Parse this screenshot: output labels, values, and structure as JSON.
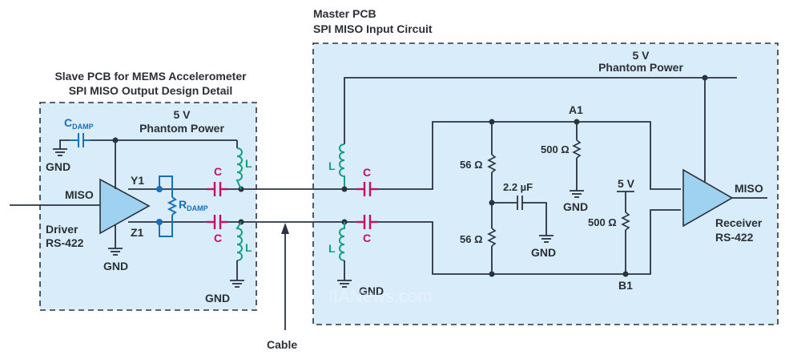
{
  "slave_pcb": {
    "title_line1": "Slave PCB for MEMS Accelerometer",
    "title_line2": "SPI MISO Output Design Detail",
    "cdamp_main": "C",
    "cdamp_sub": "DAMP",
    "power_line1": "5 V",
    "power_line2": "Phantom Power",
    "gnd_top": "GND",
    "miso": "MISO",
    "driver_line1": "Driver",
    "driver_line2": "RS-422",
    "gnd_driver": "GND",
    "y1": "Y1",
    "z1": "Z1",
    "rdamp_main": "R",
    "rdamp_sub": "DAMP",
    "cap_top": "C",
    "cap_bottom": "C",
    "ind_top": "L",
    "ind_bottom": "L",
    "gnd_bottom": "GND"
  },
  "cable": {
    "label": "Cable"
  },
  "master_pcb": {
    "title_line1": "Master PCB",
    "title_line2": "SPI MISO Input Circuit",
    "power_line1": "5 V",
    "power_line2": "Phantom Power",
    "ind_top": "L",
    "ind_bottom": "L",
    "cap_top": "C",
    "cap_bottom": "C",
    "gnd_ind": "GND",
    "r56_top": "56 Ω",
    "r56_bottom": "56 Ω",
    "cap_mid": "2.2 µF",
    "gnd_cap": "GND",
    "a1": "A1",
    "b1": "B1",
    "r500_top": "500 Ω",
    "gnd_r500": "GND",
    "v5_pullup": "5 V",
    "r500_bottom": "500 Ω",
    "miso": "MISO",
    "receiver_line1": "Receiver",
    "receiver_line2": "RS-422"
  },
  "watermark": "IIANews.com",
  "colors": {
    "box_fill": "#d8ecf9",
    "amp_fill": "#9fd2f0",
    "wire": "#2b3240",
    "capacitor": "#c0125e",
    "inductor": "#14a07c",
    "damping": "#1a6fb8"
  }
}
